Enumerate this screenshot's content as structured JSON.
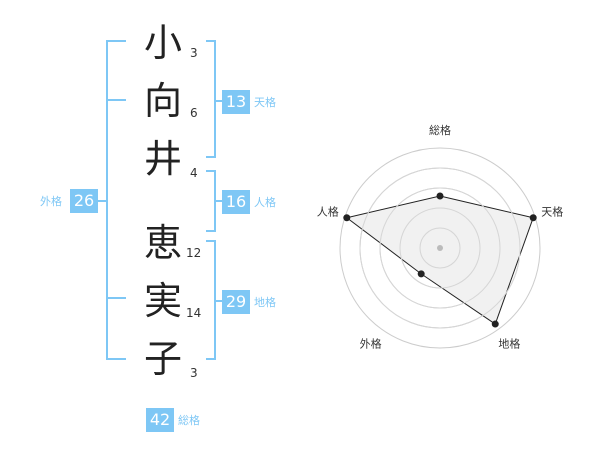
{
  "name": {
    "chars": [
      "小",
      "向",
      "井",
      "恵",
      "実",
      "子"
    ],
    "strokes": [
      "3",
      "6",
      "4",
      "12",
      "14",
      "3"
    ]
  },
  "kakusu": {
    "tenkaku": {
      "value": "13",
      "label": "天格"
    },
    "jinkaku": {
      "value": "16",
      "label": "人格"
    },
    "chikaku": {
      "value": "29",
      "label": "地格"
    },
    "gaikaku": {
      "value": "26",
      "label": "外格"
    },
    "soukaku": {
      "value": "42",
      "label": "総格"
    }
  },
  "chart_data": {
    "type": "radar",
    "axes": [
      "総格",
      "天格",
      "地格",
      "外格",
      "人格"
    ],
    "rmax": 5,
    "rings": 5,
    "values": [
      2.6,
      4.9,
      4.7,
      1.6,
      4.9
    ],
    "colors": {
      "fill": "#eeeeee",
      "line": "#222222",
      "grid": "#cccccc",
      "point": "#222222"
    }
  },
  "colors": {
    "accent": "#7ec7f5",
    "text": "#222222"
  }
}
